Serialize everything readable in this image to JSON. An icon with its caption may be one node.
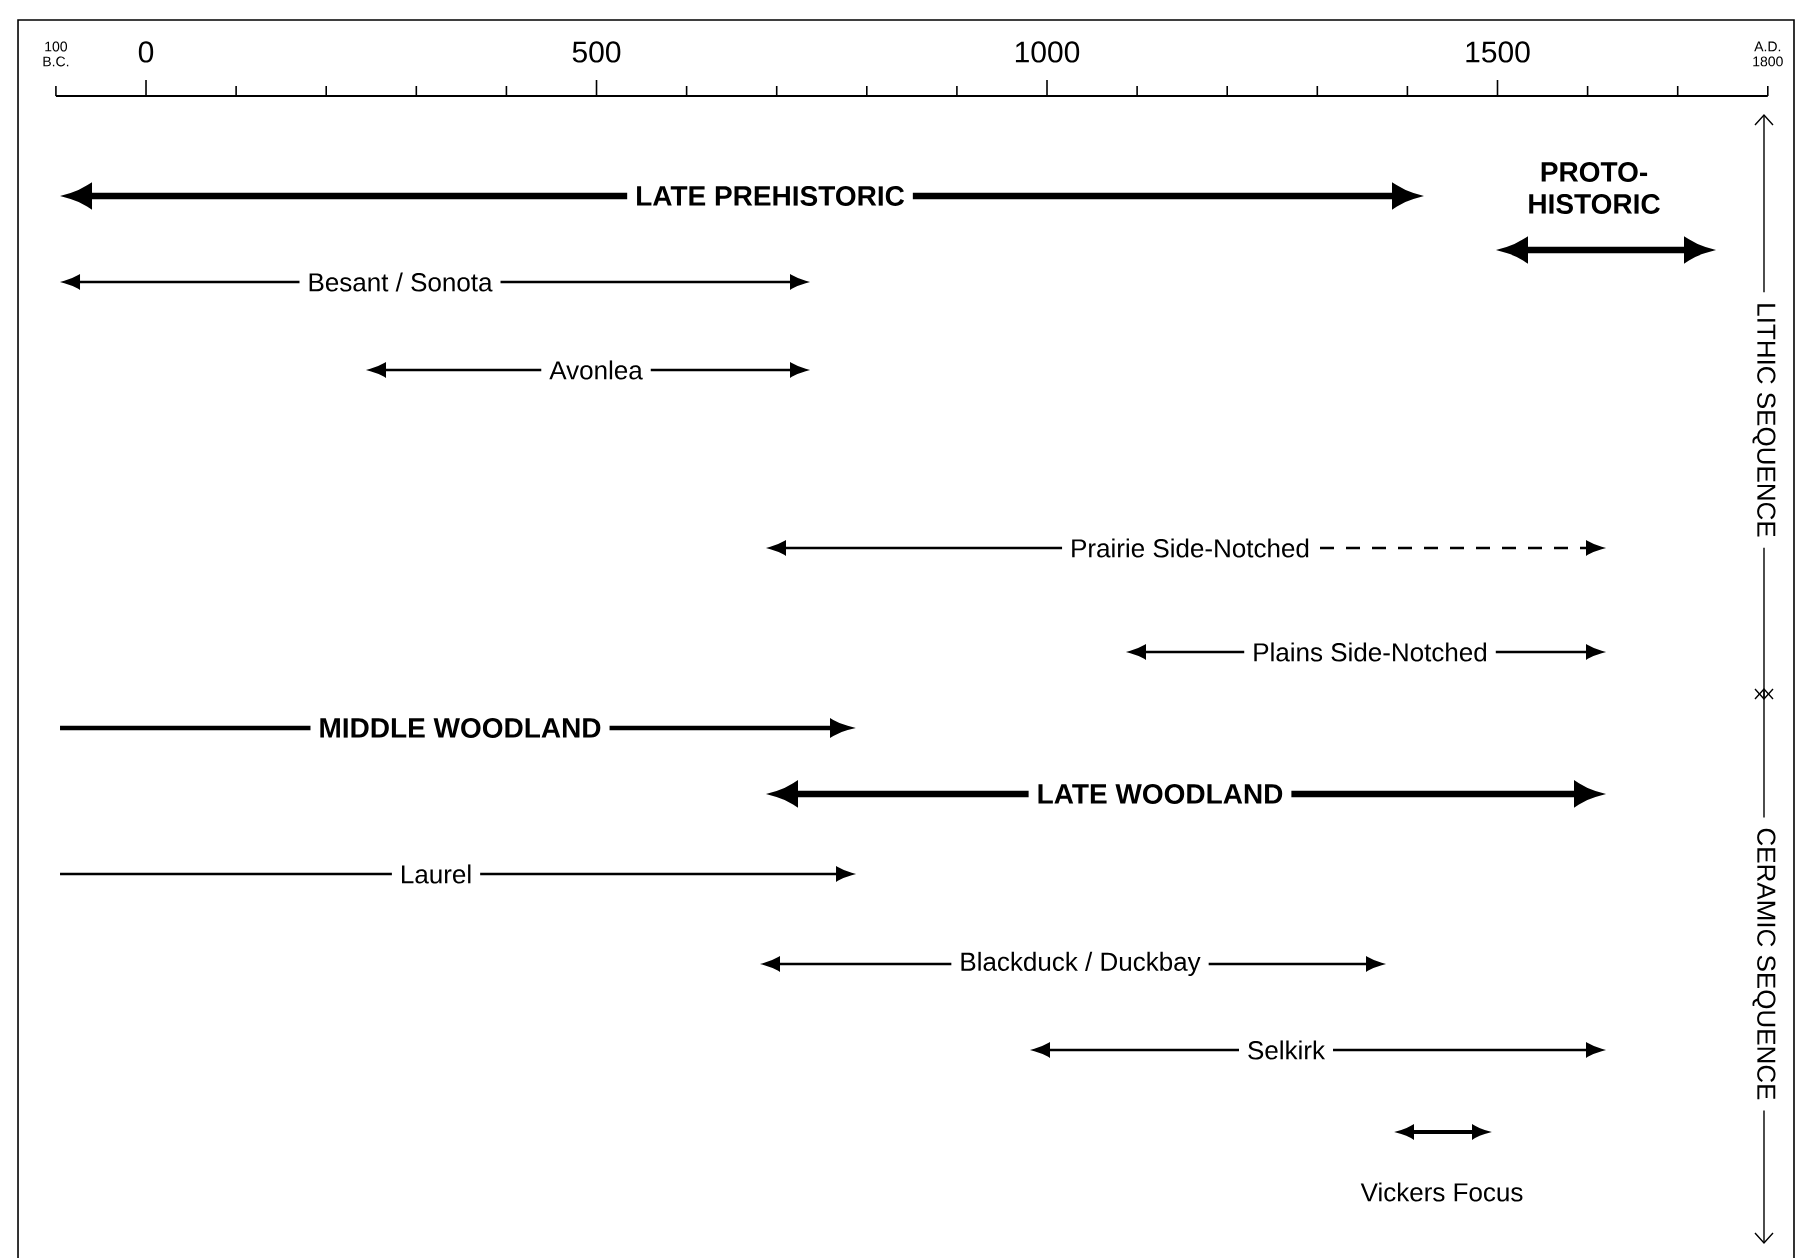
{
  "diagram": {
    "labels": [
      "100 B.C.",
      "0",
      "500",
      "1000",
      "1500",
      "A.D. 1800",
      "LATE PREHISTORIC",
      "PROTO- HISTORIC",
      "Besant / Sonota",
      "Avonlea",
      "Prairie Side-Notched",
      "Plains Side-Notched",
      "MIDDLE WOODLAND",
      "LATE WOODLAND",
      "Laurel",
      "Blackduck / Duckbay",
      "Selkirk",
      "Vickers Focus",
      "LITHIC SEQUENCE",
      "CERAMIC SEQUENCE"
    ]
  }
}
